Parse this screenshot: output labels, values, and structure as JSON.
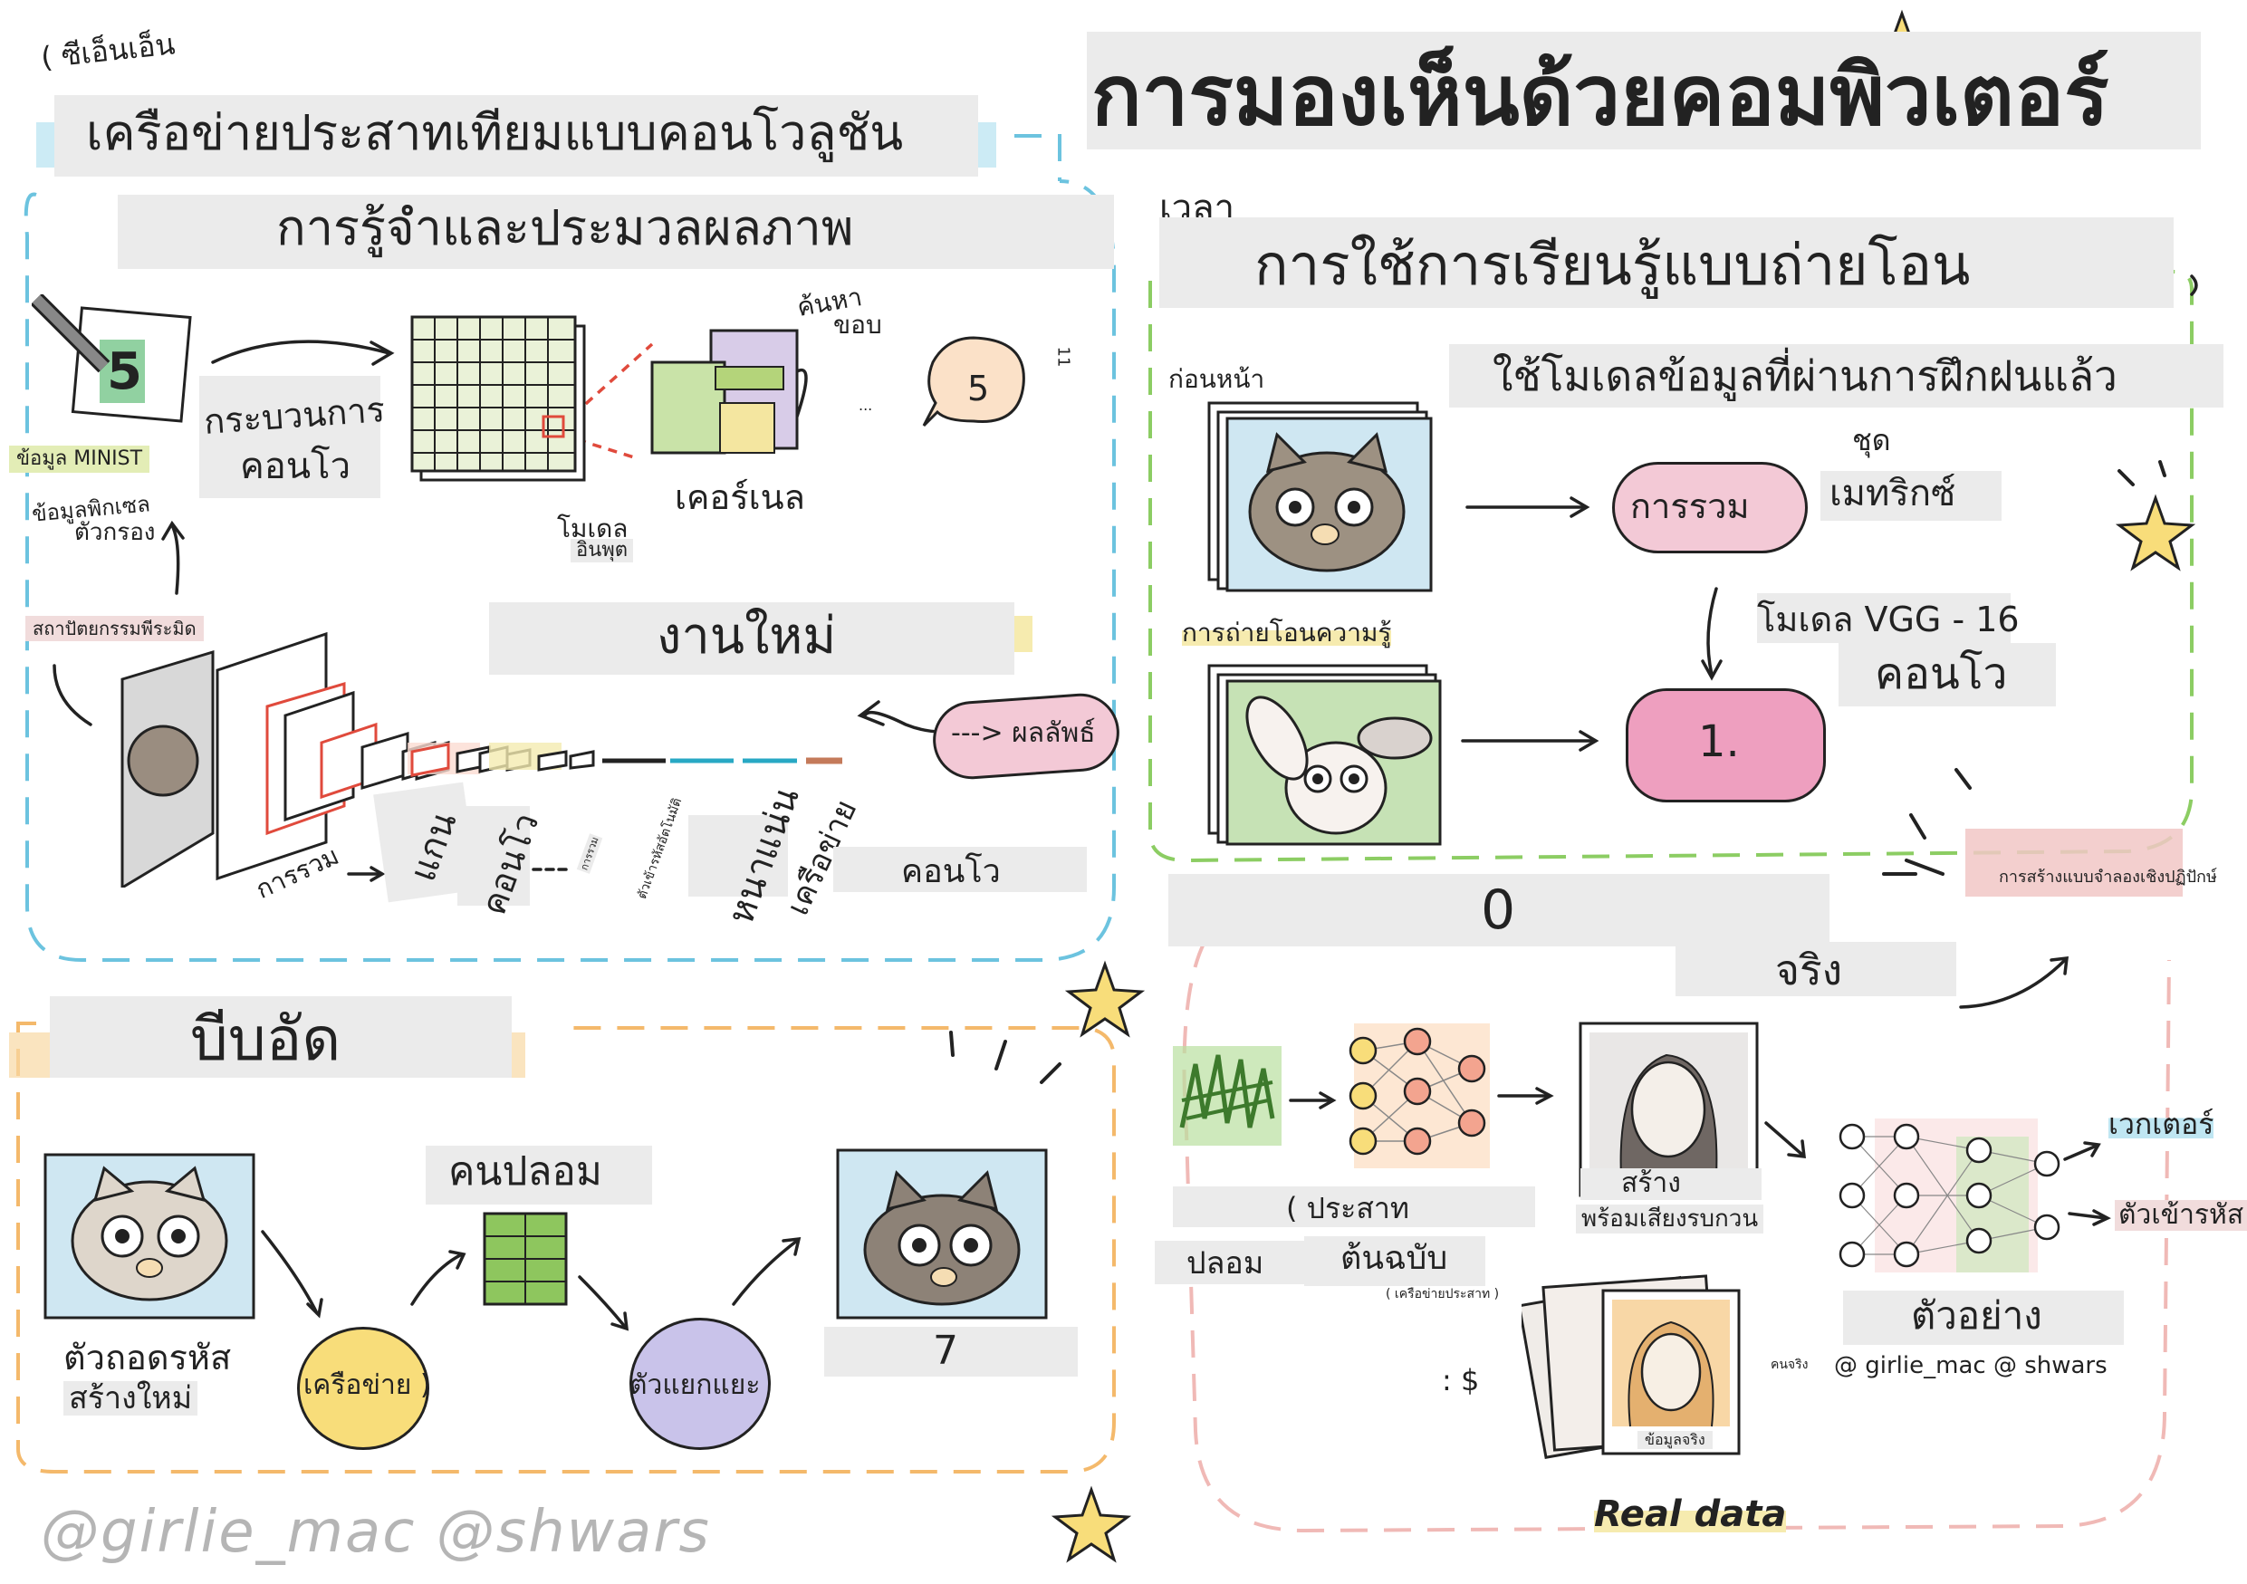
{
  "main_title": "การมองเห็นด้วยคอมพิวเตอร์",
  "cnn": {
    "note": "( ซีเอ็นเอ็น",
    "title": "เครือข่ายประสาทเทียมแบบคอนโวลูชัน",
    "subtitle": "การรู้จำและประมวลผลภาพ",
    "digit": "5",
    "mnist": "ข้อมูล MINIST",
    "filter_data": "ข้อมูลพิกเซล",
    "filter": "ตัวกรอง",
    "process_line1": "กระบวนการ",
    "process_line2": "คอนโว",
    "input_model": "โมเดล",
    "input": "อินพุต",
    "search": "ค้นหา",
    "edge": "ขอบ",
    "kernel": "เคอร์เนล",
    "ellipsis": "...",
    "digit_out": "5",
    "tick": "11",
    "architecture": "สถาปัตยกรรมพีระมิด",
    "new_task": "งานใหม่",
    "result": "---> ผลลัพธ์",
    "pooling": "การรวม",
    "axis": "แกน",
    "convo": "คอนโว",
    "pooling_small": "การรวม",
    "relu_small": "ตัวเข้ารหัสอัตโนมัติ",
    "dense": "หนาแน่น",
    "network": "เครือข่าย",
    "convo_label": "คอนโว"
  },
  "transfer": {
    "partial_title": "เวลา",
    "title": "การใช้การเรียนรู้แบบถ่ายโอน",
    "pretrained": "ใช้โมเดลข้อมูลที่ผ่านการฝึกฝนแล้ว",
    "before": "ก่อนหน้า",
    "transfer_knowledge": "การถ่ายโอนความรู้",
    "pool": "การรวม",
    "set": "ชุด",
    "metrics": "เมทริกซ์",
    "vgg": "โมเดล VGG - 16",
    "convo": "คอนโว",
    "number": "1."
  },
  "compress": {
    "title": "บีบอัด",
    "decoder_line1": "ตัวถอดรหัส",
    "decoder_line2": "สร้างใหม่",
    "network": "เครือข่าย )",
    "fake_person": "คนปลอม",
    "discriminator": "ตัวแยกแยะ",
    "seven": "7"
  },
  "gan": {
    "zero": "0",
    "real": "จริง",
    "gen_model": "การสร้างแบบจำลองเชิงปฏิปักษ์",
    "neural": "( ประสาท",
    "fake": "ปลอม",
    "original": "ต้นฉบับ",
    "neural_net": "( เครือข่ายประสาท )",
    "create": "สร้าง",
    "noise": "พร้อมเสียงรบกวน",
    "vector": "เวกเตอร์",
    "encoder": "ตัวเข้ารหัส",
    "example": "ตัวอย่าง",
    "credit": "@ girlie_mac @ shwars",
    "dollar": ": $",
    "real_person": "คนจริง",
    "real_data_th": "ข้อมูลจริง",
    "real_data_en": "Real data"
  },
  "signature": "@girlie_mac   @shwars",
  "colors": {
    "blue_dash": "#6cc3df",
    "green_dash": "#8ccd63",
    "orange_dash": "#f4b96b",
    "pink_dash": "#f0b9b6",
    "ink": "#222222",
    "pink_fill": "#f3c9d6",
    "yellow_fill": "#f8dd7a",
    "purple_fill": "#c9c3ea"
  },
  "icons": [
    "pencil-icon",
    "star-icon",
    "cat-face-icon",
    "bunny-face-icon",
    "neural-network-icon",
    "woman-portrait-icon"
  ]
}
